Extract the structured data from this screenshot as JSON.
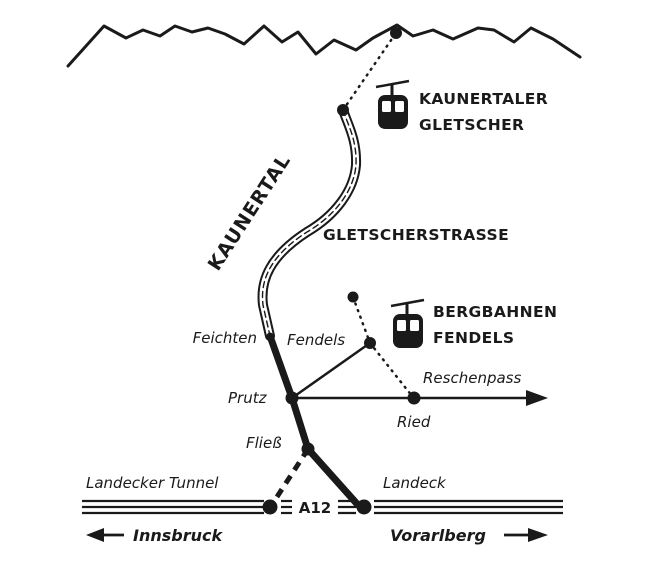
{
  "colors": {
    "ink": "#1a1a1a",
    "background": "#ffffff"
  },
  "labels": {
    "valley": "KAUNERTAL",
    "road": "GLETSCHERSTRASSE",
    "glacier_line1": "KAUNERTALER",
    "glacier_line2": "GLETSCHER",
    "fendels_lift_line1": "BERGBAHNEN",
    "fendels_lift_line2": "FENDELS",
    "motorway": "A12"
  },
  "places": {
    "feichten": "Feichten",
    "fendels": "Fendels",
    "prutz": "Prutz",
    "ried": "Ried",
    "reschenpass": "Reschenpass",
    "fliess": "Fließ",
    "landeck": "Landeck",
    "landecker_tunnel": "Landecker Tunnel"
  },
  "directions": {
    "west": "Innsbruck",
    "east": "Vorarlberg"
  },
  "icons": {
    "glacier_lift": "gondola-icon",
    "fendels_lift": "gondola-icon"
  }
}
